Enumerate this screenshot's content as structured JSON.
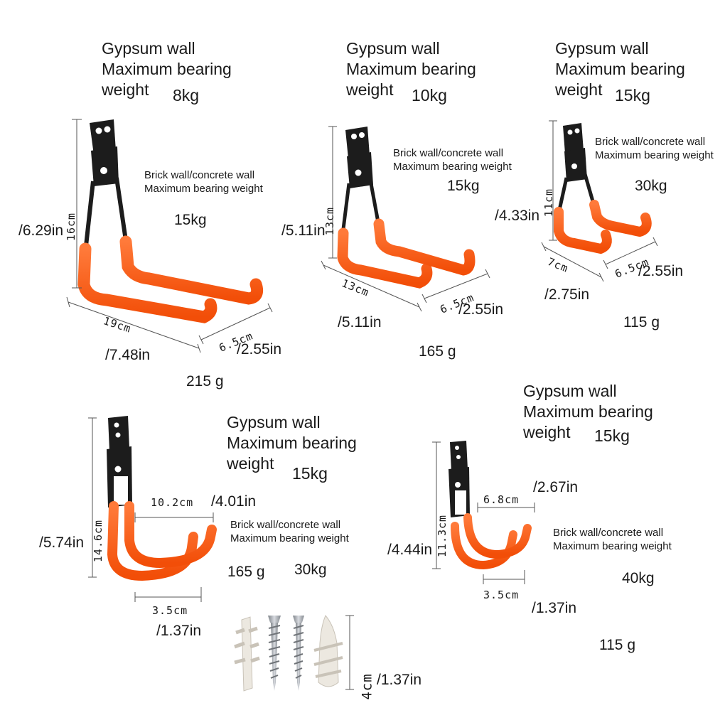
{
  "hook1": {
    "gypsum": [
      "Gypsum wall",
      "Maximum bearing",
      "weight"
    ],
    "gypsum_weight": "8kg",
    "brick": [
      "Brick wall/concrete wall",
      "Maximum bearing weight"
    ],
    "brick_weight": "15kg",
    "height_cm": "16cm",
    "height_in": "/6.29in",
    "length_cm": "19cm",
    "length_in": "/7.48in",
    "width_cm": "6.5cm",
    "width_in": "/2.55in",
    "mass": "215 g"
  },
  "hook2": {
    "gypsum": [
      "Gypsum wall",
      "Maximum bearing",
      "weight"
    ],
    "gypsum_weight": "10kg",
    "brick": [
      "Brick wall/concrete wall",
      "Maximum bearing weight"
    ],
    "brick_weight": "15kg",
    "height_cm": "13cm",
    "height_in": "/5.11in",
    "length_cm": "13cm",
    "length_in": "/5.11in",
    "width_cm": "6.5cm",
    "width_in": "/2.55in",
    "mass": "165 g"
  },
  "hook3": {
    "gypsum": [
      "Gypsum wall",
      "Maximum bearing",
      "weight"
    ],
    "gypsum_weight": "15kg",
    "brick": [
      "Brick wall/concrete wall",
      "Maximum bearing weight"
    ],
    "brick_weight": "30kg",
    "height_cm": "11cm",
    "height_in": "/4.33in",
    "length_cm": "7cm",
    "length_in": "/2.75in",
    "width_cm": "6.5cm",
    "width_in": "/2.55in",
    "mass": "115 g"
  },
  "hook4": {
    "gypsum": [
      "Gypsum wall",
      "Maximum bearing",
      "weight"
    ],
    "gypsum_weight": "15kg",
    "brick": [
      "Brick wall/concrete wall",
      "Maximum bearing weight"
    ],
    "brick_weight": "30kg",
    "height_cm": "14.6cm",
    "height_in": "/5.74in",
    "depth_cm": "10.2cm",
    "depth_in": "/4.01in",
    "width_cm": "3.5cm",
    "width_in": "/1.37in",
    "mass": "165 g"
  },
  "hook5": {
    "gypsum": [
      "Gypsum wall",
      "Maximum bearing",
      "weight"
    ],
    "gypsum_weight": "15kg",
    "brick": [
      "Brick wall/concrete wall",
      "Maximum bearing weight"
    ],
    "brick_weight": "40kg",
    "height_cm": "11.3cm",
    "height_in": "/4.44in",
    "depth_cm": "6.8cm",
    "depth_in": "/2.67in",
    "width_cm": "3.5cm",
    "width_in": "/1.37in",
    "mass": "115 g"
  },
  "screws": {
    "length_cm": "4cm",
    "length_in": "/1.37in"
  },
  "colors": {
    "hook_black": "#1c1c1c",
    "hook_orange": "#ff5a14",
    "dim_line": "#555555",
    "anchor_white": "#ece8e0",
    "screw_silver": "#a9adb3"
  }
}
